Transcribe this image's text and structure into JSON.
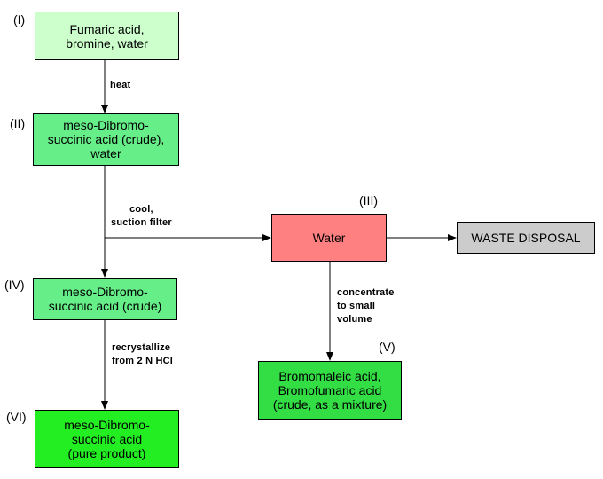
{
  "nodes": {
    "I": {
      "roman": "(I)",
      "label": "Fumaric acid,\nbromine, water",
      "color": "#ccffcc"
    },
    "II": {
      "roman": "(II)",
      "label": "meso-Dibromo-\nsuccinic acid (crude),\nwater",
      "color": "#66ee88"
    },
    "III": {
      "roman": "(III)",
      "label": "Water",
      "color": "#ff8080"
    },
    "IV": {
      "roman": "(IV)",
      "label": "meso-Dibromo-\nsuccinic acid (crude)",
      "color": "#66ee88"
    },
    "V": {
      "roman": "(V)",
      "label": "Bromomaleic acid,\nBromofumaric acid\n(crude, as a mixture)",
      "color": "#33dd44"
    },
    "VI": {
      "roman": "(VI)",
      "label": "meso-Dibromo-\nsuccinic acid\n(pure product)",
      "color": "#22ee22"
    },
    "waste": {
      "label": "WASTE DISPOSAL",
      "color": "#cccccc"
    }
  },
  "steps": {
    "heat": "heat",
    "filter": "cool,\nsuction filter",
    "concentrate": "concentrate\nto small\nvolume",
    "recrystallize": "recrystallize\nfrom 2 N HCl"
  }
}
